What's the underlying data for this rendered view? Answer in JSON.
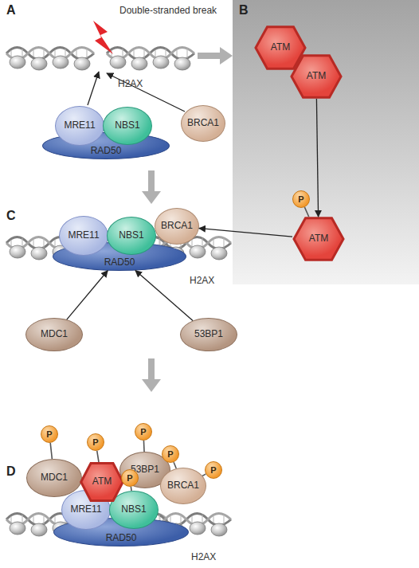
{
  "diagram": {
    "nodes": [
      {
        "text": [
          "MRE11"
        ]
      },
      {
        "text": [
          "NBS1"
        ]
      },
      {
        "text": [
          "RAD50"
        ]
      },
      {
        "text": [
          "BRCA1"
        ]
      },
      {
        "text": [
          "ATM"
        ]
      },
      {
        "text": [
          "ATM"
        ]
      },
      {
        "text": [
          "ATM"
        ]
      },
      {
        "text": [
          "P"
        ]
      },
      {
        "text": [
          "MRE11"
        ]
      },
      {
        "text": [
          "NBS1"
        ]
      },
      {
        "text": [
          "BRCA1"
        ]
      },
      {
        "text": [
          "RAD50"
        ]
      },
      {
        "text": [
          "MDC1"
        ]
      },
      {
        "text": [
          "53BP1"
        ]
      },
      {
        "text": [
          "MDC1"
        ]
      },
      {
        "text": [
          "ATM"
        ]
      },
      {
        "text": [
          "53BP1"
        ]
      },
      {
        "text": [
          "BRCA1"
        ]
      },
      {
        "text": [
          "MRE11"
        ]
      },
      {
        "text": [
          "NBS1"
        ]
      },
      {
        "text": [
          "RAD50"
        ]
      },
      {
        "text": [
          "P"
        ]
      },
      {
        "text": [
          "P"
        ]
      },
      {
        "text": [
          "P"
        ]
      },
      {
        "text": [
          "P"
        ]
      },
      {
        "text": [
          "P"
        ]
      },
      {
        "text": [
          "P"
        ]
      }
    ],
    "edges": [
      {
        "from": 5,
        "to": 6,
        "arrow": "to"
      },
      {
        "from": 7,
        "to": 6,
        "arrow": "none"
      },
      {
        "from": 6,
        "to": 10,
        "arrow": "to"
      },
      {
        "from": 12,
        "to": 11,
        "arrow": "to"
      },
      {
        "from": 13,
        "to": 11,
        "arrow": "to"
      },
      {
        "from": 21,
        "to": 14,
        "arrow": "none"
      },
      {
        "from": 22,
        "to": 15,
        "arrow": "none"
      },
      {
        "from": 23,
        "to": 16,
        "arrow": "none"
      },
      {
        "from": 24,
        "to": 19,
        "arrow": "none"
      },
      {
        "from": 25,
        "to": 17,
        "arrow": "none"
      },
      {
        "from": 26,
        "to": 17,
        "arrow": "none"
      }
    ],
    "labels": [
      "A",
      "Double-stranded break",
      "H2AX",
      "B",
      "C",
      "H2AX",
      "D",
      "H2AX"
    ]
  }
}
